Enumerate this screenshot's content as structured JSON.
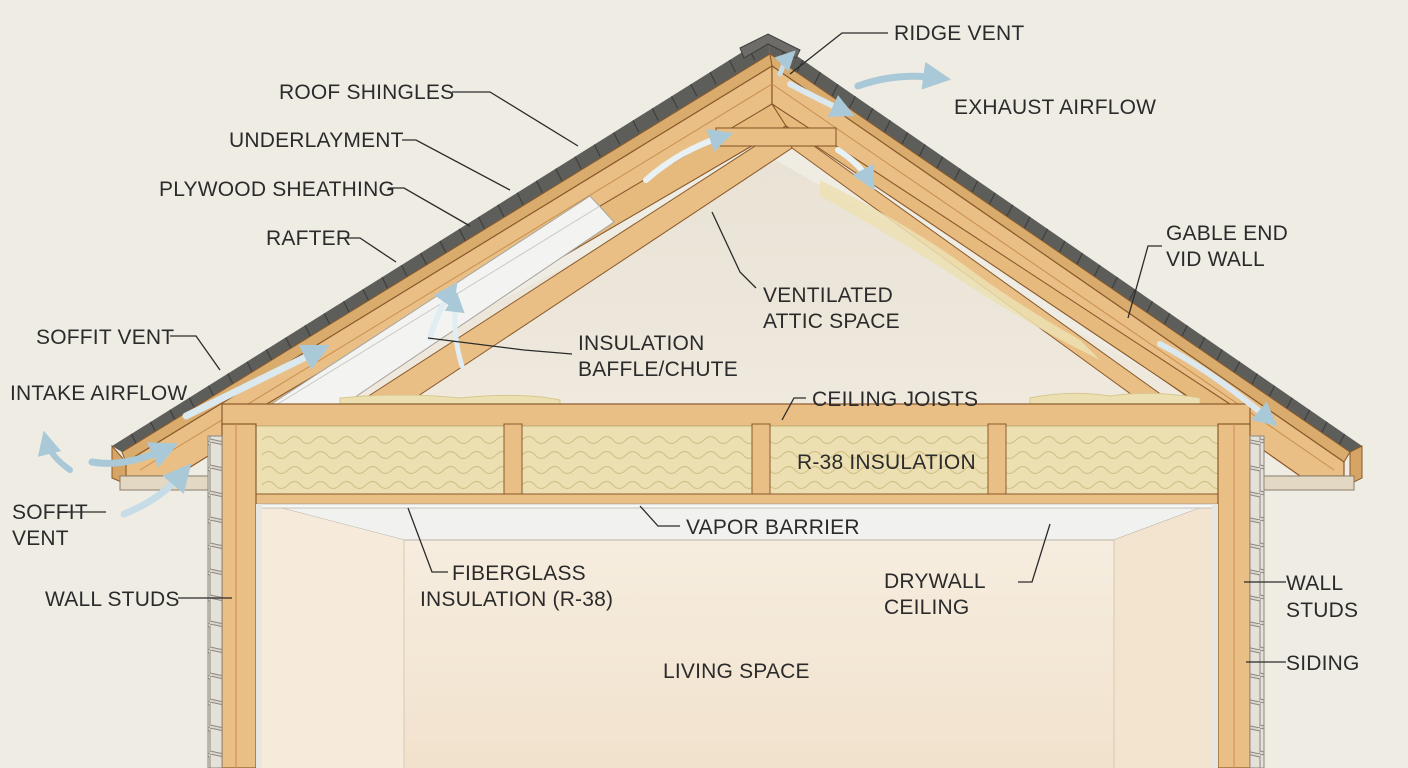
{
  "labels": {
    "ridge_vent": "RIDGE VENT",
    "exhaust_airflow": "EXHAUST AIRFLOW",
    "roof_shingles": "ROOF SHINGLES",
    "underlayment": "UNDERLAYMENT",
    "plywood_sheathing": "PLYWOOD SHEATHING",
    "rafter": "RAFTER",
    "soffit_vent_top": "SOFFIT VENT",
    "intake_airflow": "INTAKE AIRFLOW",
    "soffit_vent_line1": "SOFFIT",
    "soffit_vent_line2": "VENT",
    "wall_studs_left": "WALL STUDS",
    "gable_end_line1": "GABLE END",
    "gable_end_line2": "VID WALL",
    "ventilated_line1": "VENTILATED",
    "ventilated_line2": "ATTIC SPACE",
    "baffle_line1": "INSULATION",
    "baffle_line2": "BAFFLE/CHUTE",
    "ceiling_joists": "CEILING JOISTS",
    "r38_insulation": "R-38 INSULATION",
    "vapor_barrier": "VAPOR BARRIER",
    "fiberglass_line1": "FIBERGLASS",
    "fiberglass_line2": "INSULATION (R-38)",
    "drywall_line1": "DRYWALL",
    "drywall_line2": "CEILING",
    "wall_studs_right_line1": "WALL",
    "wall_studs_right_line2": "STUDS",
    "siding": "SIDING",
    "living_space": "LIVING SPACE"
  },
  "colors": {
    "background": "#efece3",
    "wood": "#e9bf85",
    "wood_dark": "#c98f4f",
    "wood_edge": "#8a5a2b",
    "shingle": "#5d5d5a",
    "insulation": "#ece0b3",
    "insulation_shade": "#d8c78e",
    "attic": "#ede7dc",
    "living": "#f4e8d8",
    "airflow": "#9fc2d2",
    "leader": "#2b2b2b"
  },
  "icons": [
    "airflow-arrow-icon"
  ]
}
